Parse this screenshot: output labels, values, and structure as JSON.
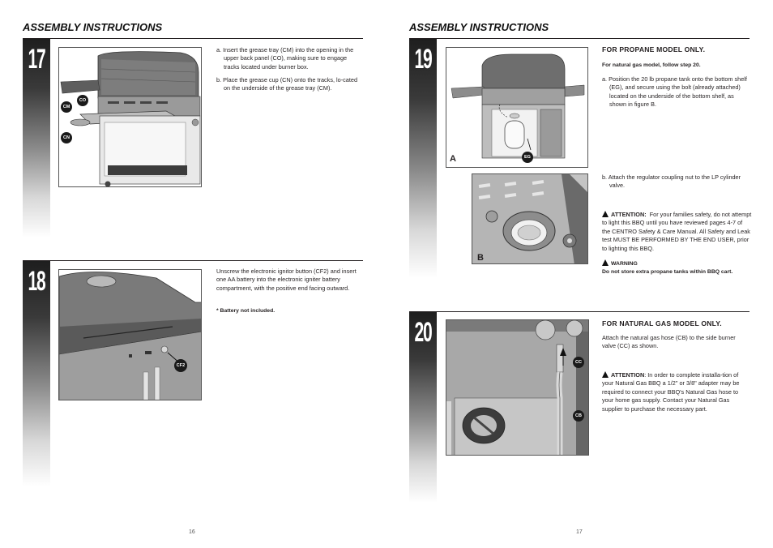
{
  "left_page": {
    "header": "ASSEMBLY INSTRUCTIONS",
    "page_number": "16",
    "step17": {
      "number": "17",
      "labels": [
        "CO",
        "CM",
        "CN"
      ],
      "text_a": "a. Insert the grease tray (CM) into the opening in the upper back panel (CO), making sure to engage tracks located under burner box.",
      "text_b": "b. Place the grease cup (CN) onto the tracks, lo-cated on the underside of the grease tray (CM)."
    },
    "step18": {
      "number": "18",
      "labels": [
        "CF2"
      ],
      "text": "Unscrew the electronic ignitor button (CF2) and insert one AA battery into the electronic igniter battery compartment, with the positive end facing outward.",
      "note": "* Battery not included."
    }
  },
  "right_page": {
    "header": "ASSEMBLY INSTRUCTIONS",
    "page_number": "17",
    "step19": {
      "number": "19",
      "fig_a_label": "A",
      "fig_b_label": "B",
      "labels": [
        "EG"
      ],
      "subhead": "FOR PROPANE MODEL ONLY.",
      "natural_note": "For natural gas model, follow step 20.",
      "text_a": "a. Position the 20 lb propane tank onto the bottom shelf (EG), and secure using the bolt (already attached) located on the underside of the bottom shelf, as shown in figure B.",
      "text_b": "b. Attach the regulator coupling nut to the LP cylinder valve.",
      "attention_label": "ATTENTION:",
      "attention_text": "For your families safety, do not attempt to light this BBQ until you have reviewed pages 4-7 of the CENTRO Safety & Care Manual. All Safety and Leak test MUST BE PERFORMED BY THE END USER, prior to lighting this BBQ.",
      "warning_label": "WARNING",
      "warning_text": "Do not store extra propane tanks within BBQ cart."
    },
    "step20": {
      "number": "20",
      "labels": [
        "CC",
        "CB"
      ],
      "subhead": "FOR NATURAL GAS MODEL ONLY.",
      "text": "Attach the natural gas hose (CB) to the side burner valve (CC) as shown.",
      "attention_label": "ATTENTION",
      "attention_text": ": In order to complete installa-tion of your Natural Gas BBQ a 1/2\" or 3/8\" adapter may be required to connect your BBQ's Natural Gas hose to your home gas supply. Contact your Natural Gas supplier to purchase the necessary part."
    }
  },
  "icons": [
    "warning-triangle-icon"
  ]
}
